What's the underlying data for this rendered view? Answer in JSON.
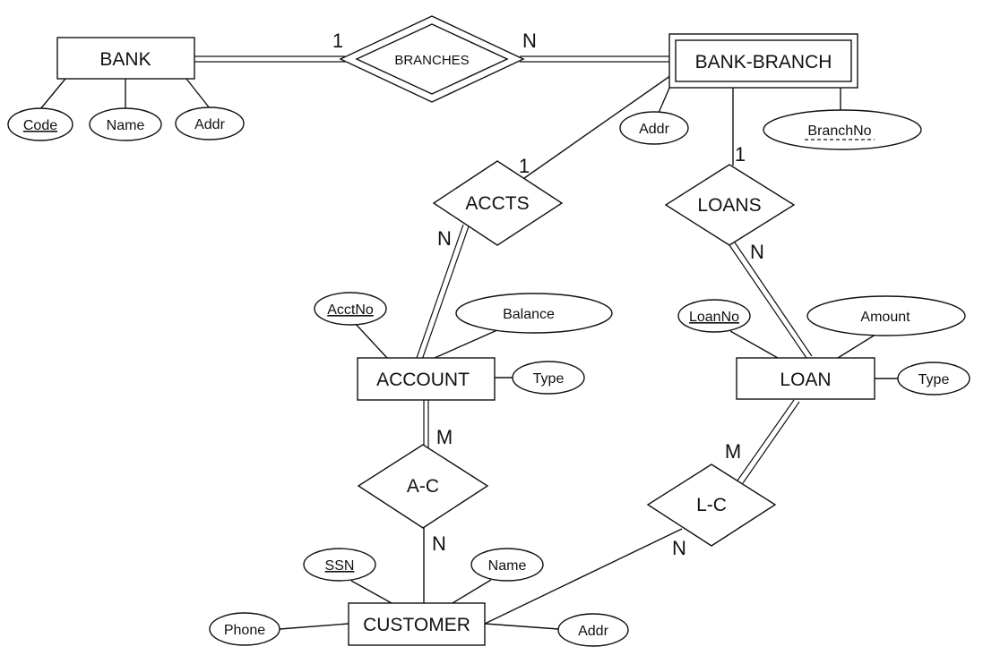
{
  "entities": {
    "bank": "BANK",
    "bank_branch": "BANK-BRANCH",
    "account": "ACCOUNT",
    "loan": "LOAN",
    "customer": "CUSTOMER"
  },
  "relationships": {
    "branches": "BRANCHES",
    "accts": "ACCTS",
    "loans": "LOANS",
    "a_c": "A-C",
    "l_c": "L-C"
  },
  "attributes": {
    "bank_code": "Code",
    "bank_name": "Name",
    "bank_addr": "Addr",
    "branch_addr": "Addr",
    "branch_no": "BranchNo",
    "acct_no": "AcctNo",
    "acct_balance": "Balance",
    "acct_type": "Type",
    "loan_no": "LoanNo",
    "loan_amount": "Amount",
    "loan_type": "Type",
    "cust_ssn": "SSN",
    "cust_name": "Name",
    "cust_phone": "Phone",
    "cust_addr": "Addr"
  },
  "cardinalities": {
    "bank_branches": "1",
    "branches_branch": "N",
    "branch_accts": "1",
    "accts_account": "N",
    "branch_loans": "1",
    "loans_loan": "N",
    "account_ac": "M",
    "ac_customer": "N",
    "loan_lc": "M",
    "lc_customer": "N"
  }
}
